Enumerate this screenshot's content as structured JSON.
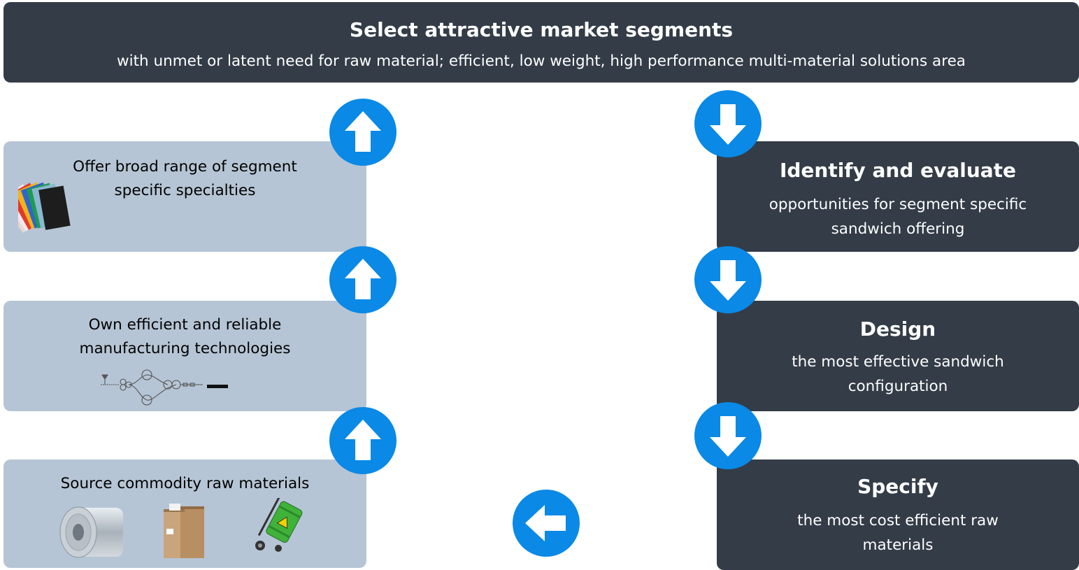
{
  "banner": {
    "title": "Select attractive market segments",
    "subtitle": "with unmet or latent need for raw material; efficient, low weight, high performance multi-material solutions area"
  },
  "left_steps": [
    {
      "label": "Offer broad range of segment specific specialties"
    },
    {
      "label": "Own efficient and reliable manufacturing technologies"
    },
    {
      "label": "Source commodity raw materials"
    }
  ],
  "right_steps": [
    {
      "title": "Identify and evaluate",
      "subtitle": "opportunities for segment specific sandwich offering"
    },
    {
      "title": "Design",
      "subtitle": "the most effective sandwich configuration"
    },
    {
      "title": "Specify",
      "subtitle": "the most cost efficient raw materials"
    }
  ],
  "colors": {
    "dark_box": "#333c47",
    "light_box": "#b6c5d5",
    "arrow_circle": "#0a89e6",
    "arrow_glyph": "#ffffff"
  },
  "icons": {
    "up_arrows": "arrow-up-icon",
    "down_arrows": "arrow-down-icon",
    "left_arrow": "arrow-left-icon",
    "illustrations": [
      "sample-sheets-icon",
      "process-line-schematic-icon",
      "metal-coil-icon",
      "material-drums-icon",
      "chemical-drum-hand-truck-icon"
    ]
  }
}
